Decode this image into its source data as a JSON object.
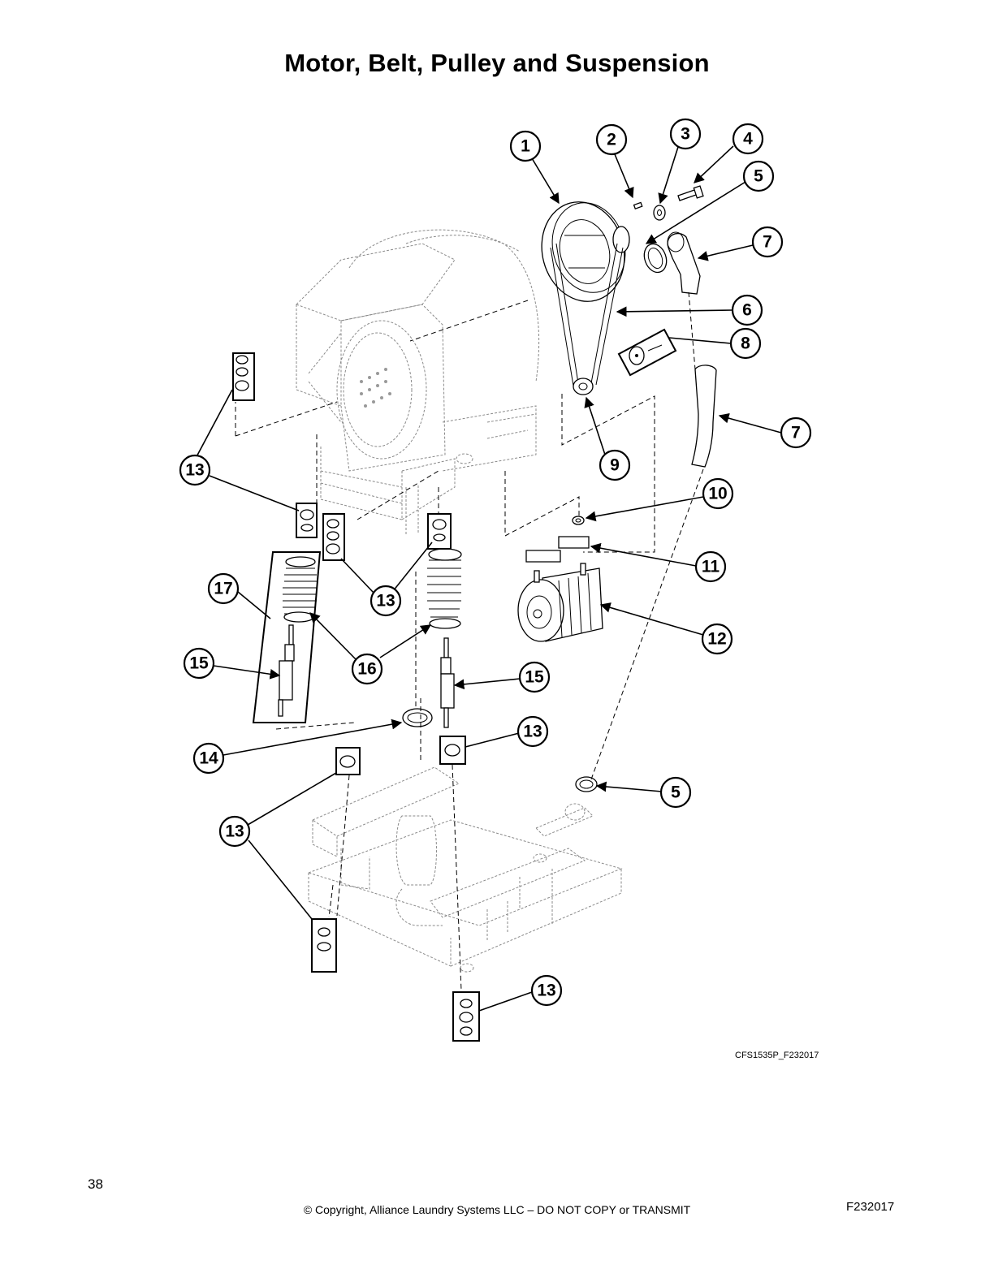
{
  "page": {
    "title": "Motor, Belt, Pulley and Suspension",
    "figure_code": "CFS1535P_F232017",
    "page_number": "38",
    "copyright": "© Copyright, Alliance Laundry Systems LLC – DO NOT COPY or TRANSMIT",
    "document_id": "F232017"
  },
  "callouts": [
    "1",
    "2",
    "3",
    "4",
    "5",
    "7",
    "6",
    "8",
    "7",
    "9",
    "13",
    "10",
    "11",
    "13",
    "17",
    "12",
    "15",
    "16",
    "15",
    "13",
    "14",
    "5",
    "13",
    "13"
  ]
}
